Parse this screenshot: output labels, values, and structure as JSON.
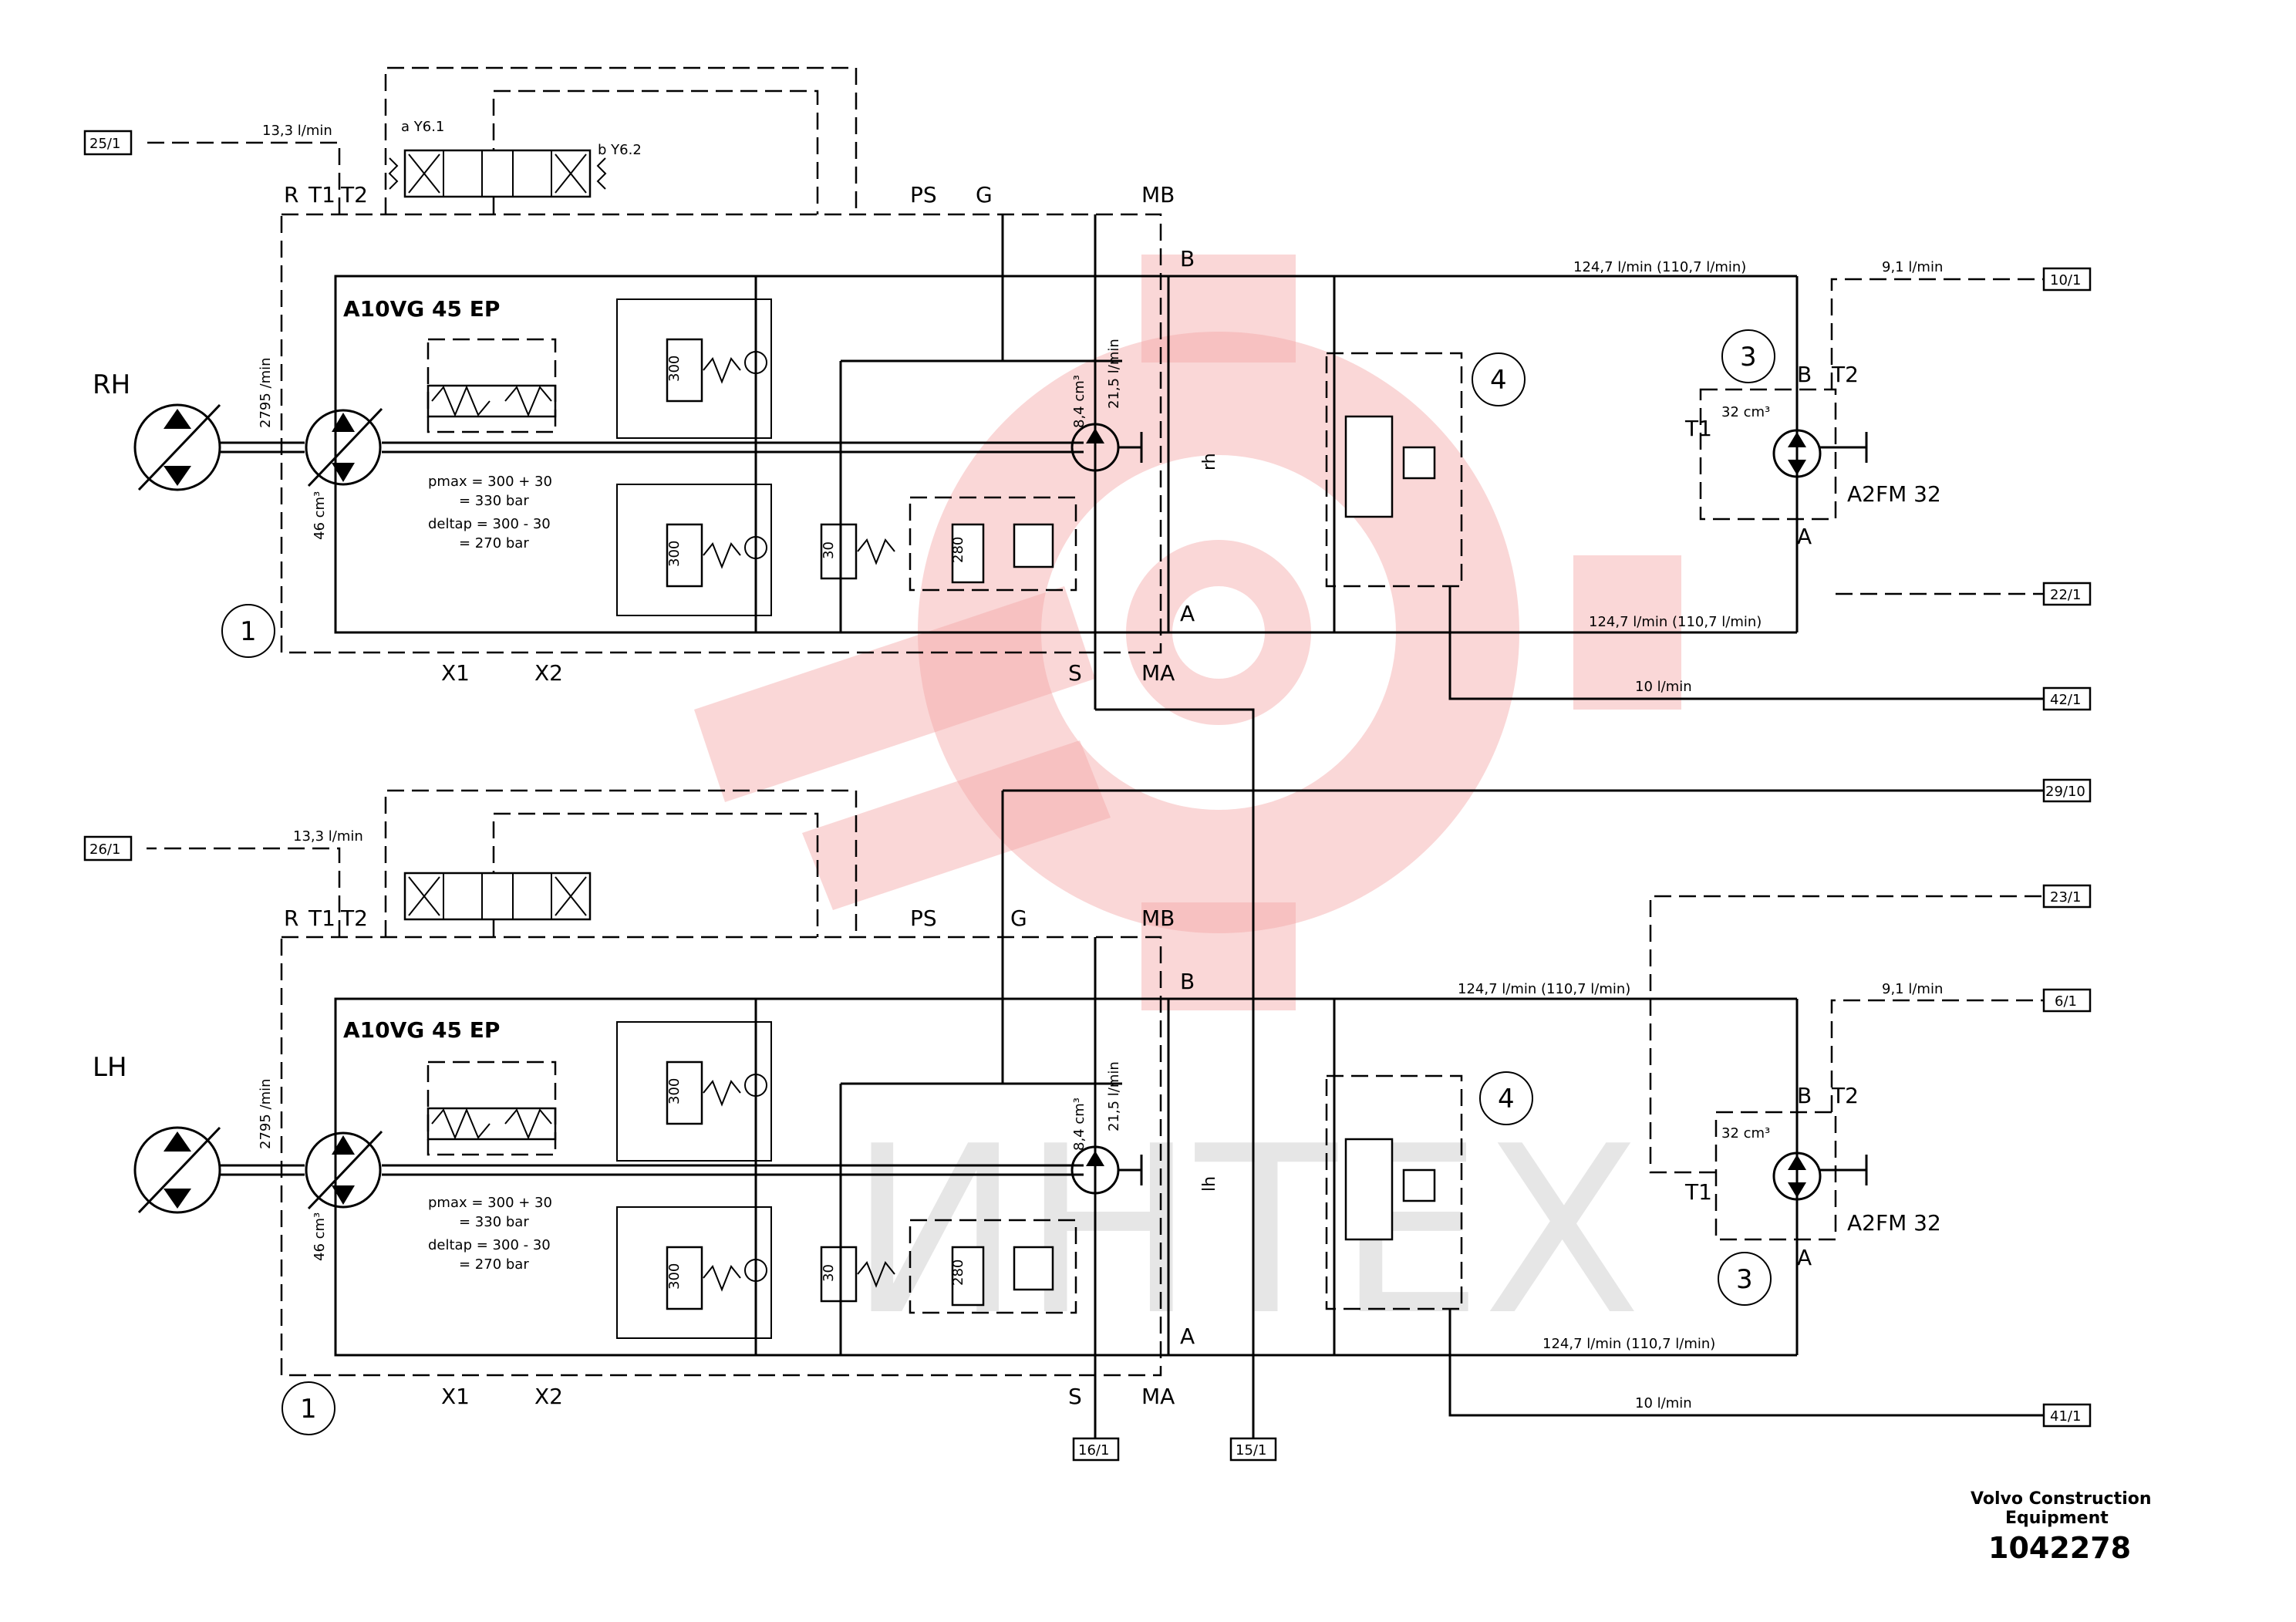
{
  "pump_model": "A10VG 45 EP",
  "motor_model": "A2FM 32",
  "sides": {
    "rh": {
      "side_label": "RH",
      "loop_label": "rh",
      "speed": "2795 /min",
      "pump_disp": "46 cm³",
      "charge_disp": "8,4 cm³",
      "charge_flow": "21,5 l/min",
      "solenoid_a": "a Y6.1",
      "solenoid_b": "b Y6.2",
      "drain_flow": "13,3 l/min",
      "flow_b": "124,7 l/min (110,7 l/min)",
      "flow_a": "124,7 l/min (110,7 l/min)",
      "motor_drain_flow": "9,1 l/min",
      "flush_flow": "10 l/min",
      "motor_disp": "32 cm³"
    },
    "lh": {
      "side_label": "LH",
      "loop_label": "lh",
      "speed": "2795 /min",
      "pump_disp": "46 cm³",
      "charge_disp": "8,4 cm³",
      "charge_flow": "21,5 l/min",
      "drain_flow": "13,3 l/min",
      "flow_b": "124,7 l/min (110,7 l/min)",
      "flow_a": "124,7 l/min (110,7 l/min)",
      "motor_drain_flow": "9,1 l/min",
      "flush_flow": "10 l/min",
      "motor_disp": "32 cm³"
    }
  },
  "ports": {
    "R": "R",
    "T1": "T1",
    "T2": "T2",
    "PS": "PS",
    "G": "G",
    "MB": "MB",
    "MA": "MA",
    "S": "S",
    "X1": "X1",
    "X2": "X2",
    "A": "A",
    "B": "B"
  },
  "pressure_notes": [
    "pmax = 300 + 30",
    "= 330 bar",
    "deltap = 300 - 30",
    "= 270 bar"
  ],
  "valve_values": {
    "relief": "300",
    "charge_relief": "30",
    "cutoff": "280"
  },
  "callouts": [
    "1",
    "3",
    "4"
  ],
  "refs": {
    "rh_drain": "25/1",
    "rh_motor_drain": "10/1",
    "rh_a_line": "22/1",
    "rh_flush": "42/1",
    "lh_drain": "26/1",
    "gauge": "29/10",
    "lh_motor_t1": "23/1",
    "lh_motor_drain": "6/1",
    "lh_flush": "41/1",
    "suction": "16/1",
    "lh_return": "15/1"
  },
  "footer": {
    "company_line1": "Volvo Construction",
    "company_line2": "Equipment",
    "doc_number": "1042278"
  },
  "watermark": {
    "text": "ИНТЕХ"
  }
}
